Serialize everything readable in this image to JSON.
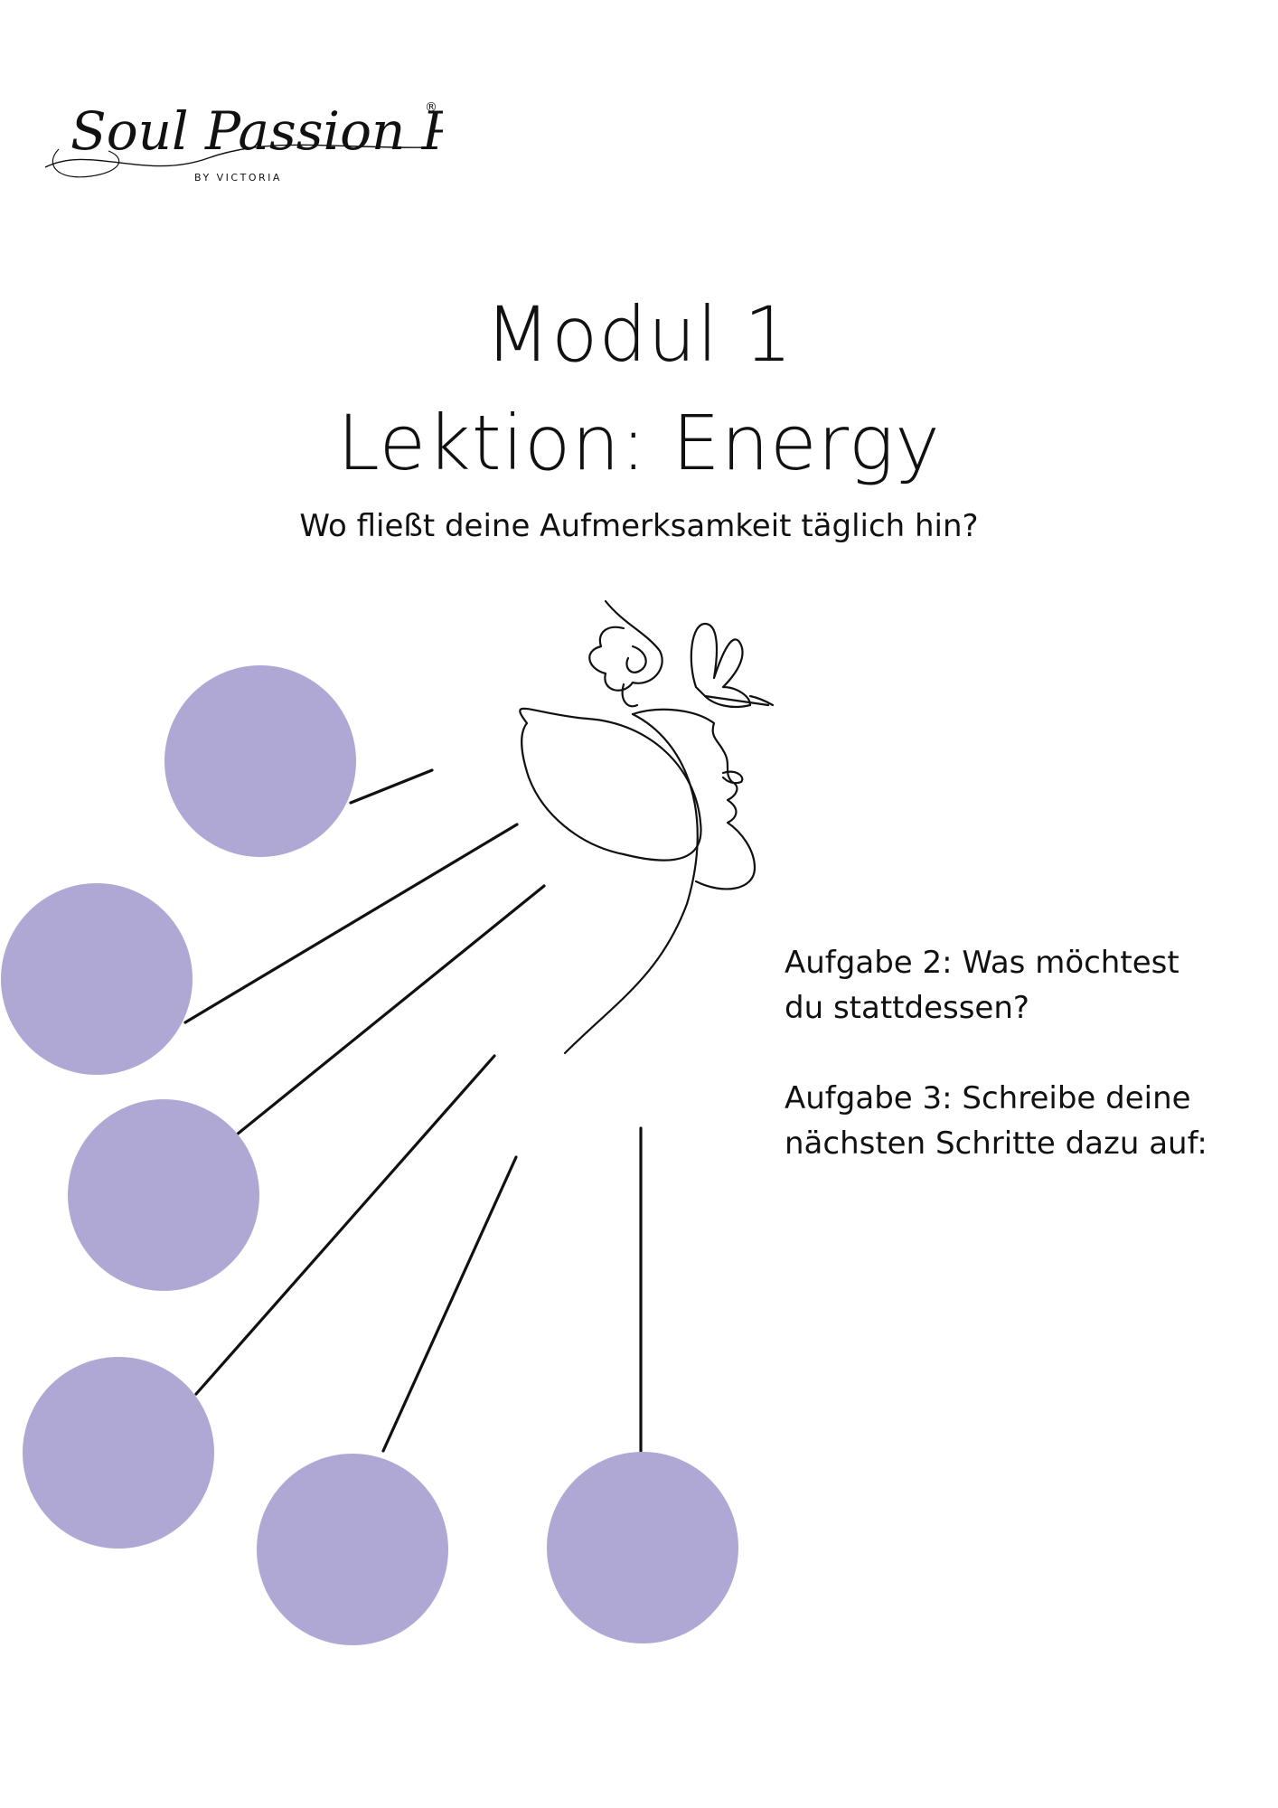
{
  "brand": {
    "name": "Soul Passion Path",
    "byline": "BY VICTORIA",
    "trademark": "®"
  },
  "header": {
    "title_line1": "Modul 1",
    "title_line2": "Lektion: Energy",
    "question": "Wo fließt deine Aufmerksamkeit täglich hin?"
  },
  "tasks": [
    {
      "text": "Aufgabe 2: Was möchtest du stattdessen?"
    },
    {
      "text": "Aufgabe 3: Schreibe deine nächsten Schritte dazu auf:"
    }
  ],
  "colors": {
    "circle_fill": "#b0a8d4",
    "ink": "#111111",
    "background": "#ffffff"
  },
  "illustration": {
    "icon": "face-with-butterfly-line-art-icon"
  }
}
